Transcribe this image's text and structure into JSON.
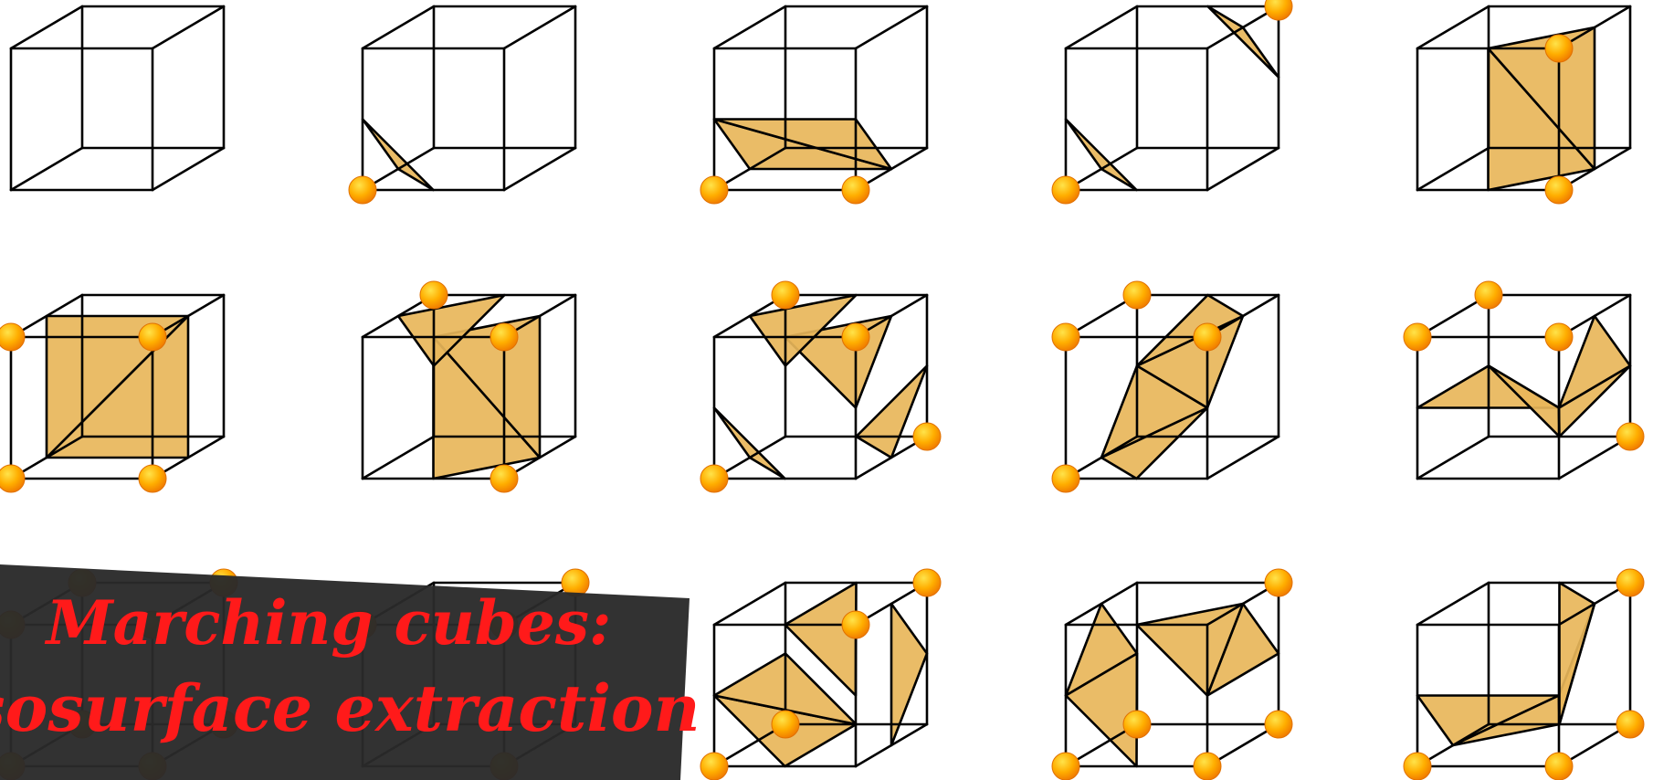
{
  "banner": {
    "line1": "Marching cubes:",
    "line2": "Isosurface extraction"
  },
  "colors": {
    "surface": "#e8b65a",
    "vertex": "#ff9900",
    "vertex_highlight": "#ffdc4a",
    "edge": "#000000",
    "banner_bg": "#2a2a2a",
    "banner_text": "#ff1a1a"
  },
  "cases": [
    {
      "id": 0,
      "vertices": [],
      "triangles": []
    },
    {
      "id": 1,
      "vertices": [
        0
      ],
      "triangles": [
        [
          [
            0,
            4
          ],
          [
            0,
            1
          ],
          [
            0,
            3
          ]
        ]
      ]
    },
    {
      "id": 2,
      "vertices": [
        0,
        1
      ],
      "triangles": [
        [
          [
            0,
            4
          ],
          [
            1,
            5
          ],
          [
            0,
            3
          ]
        ],
        [
          [
            1,
            5
          ],
          [
            1,
            2
          ],
          [
            0,
            3
          ]
        ]
      ]
    },
    {
      "id": 3,
      "vertices": [
        0,
        6
      ],
      "triangles": [
        [
          [
            0,
            4
          ],
          [
            0,
            1
          ],
          [
            0,
            3
          ]
        ],
        [
          [
            6,
            5
          ],
          [
            6,
            7
          ],
          [
            2,
            6
          ]
        ]
      ]
    },
    {
      "id": 4,
      "vertices": [
        1,
        2
      ],
      "triangles": [
        [
          [
            0,
            1
          ],
          [
            1,
            5
          ],
          [
            3,
            2
          ]
        ],
        [
          [
            1,
            5
          ],
          [
            2,
            6
          ],
          [
            3,
            2
          ]
        ]
      ]
    },
    {
      "id": 5,
      "vertices": [
        0,
        1,
        2,
        3
      ],
      "triangles": [
        [
          [
            0,
            4
          ],
          [
            1,
            5
          ],
          [
            2,
            6
          ]
        ],
        [
          [
            0,
            4
          ],
          [
            2,
            6
          ],
          [
            3,
            7
          ]
        ]
      ]
    },
    {
      "id": 6,
      "vertices": [
        1,
        2,
        7
      ],
      "triangles": [
        [
          [
            0,
            1
          ],
          [
            1,
            5
          ],
          [
            3,
            2
          ]
        ],
        [
          [
            1,
            5
          ],
          [
            2,
            6
          ],
          [
            3,
            2
          ]
        ],
        [
          [
            4,
            7
          ],
          [
            6,
            7
          ],
          [
            3,
            7
          ]
        ]
      ]
    },
    {
      "id": 7,
      "vertices": [
        0,
        2,
        5,
        7
      ],
      "triangles": [
        [
          [
            0,
            4
          ],
          [
            0,
            1
          ],
          [
            0,
            3
          ]
        ],
        [
          [
            1,
            2
          ],
          [
            2,
            6
          ],
          [
            3,
            2
          ]
        ],
        [
          [
            4,
            5
          ],
          [
            1,
            5
          ],
          [
            5,
            6
          ]
        ],
        [
          [
            4,
            7
          ],
          [
            6,
            7
          ],
          [
            3,
            7
          ]
        ]
      ]
    },
    {
      "id": 8,
      "vertices": [
        0,
        2,
        3,
        7
      ],
      "triangles": [
        [
          [
            0,
            4
          ],
          [
            0,
            1
          ],
          [
            1,
            2
          ]
        ],
        [
          [
            0,
            4
          ],
          [
            1,
            2
          ],
          [
            4,
            7
          ]
        ],
        [
          [
            4,
            7
          ],
          [
            1,
            2
          ],
          [
            2,
            6
          ]
        ],
        [
          [
            4,
            7
          ],
          [
            2,
            6
          ],
          [
            6,
            7
          ]
        ]
      ]
    },
    {
      "id": 9,
      "vertices": [
        2,
        3,
        5,
        7
      ],
      "triangles": [
        [
          [
            0,
            3
          ],
          [
            1,
            2
          ],
          [
            4,
            7
          ]
        ],
        [
          [
            4,
            7
          ],
          [
            1,
            2
          ],
          [
            4,
            5
          ]
        ],
        [
          [
            4,
            5
          ],
          [
            1,
            2
          ],
          [
            5,
            6
          ]
        ],
        [
          [
            5,
            6
          ],
          [
            1,
            2
          ],
          [
            2,
            6
          ]
        ]
      ]
    },
    {
      "id": 10,
      "vertices": [
        0,
        1,
        2,
        3,
        4,
        5,
        6,
        7
      ],
      "triangles": []
    },
    {
      "id": 11,
      "vertices": [
        1,
        2,
        3,
        6
      ],
      "triangles": []
    },
    {
      "id": 12,
      "vertices": [
        0,
        4,
        6,
        2
      ],
      "triangles": [
        [
          [
            0,
            1
          ],
          [
            4,
            5
          ],
          [
            0,
            3
          ]
        ],
        [
          [
            4,
            5
          ],
          [
            4,
            7
          ],
          [
            0,
            3
          ]
        ],
        [
          [
            6,
            5
          ],
          [
            1,
            5
          ],
          [
            2,
            6
          ]
        ],
        [
          [
            3,
            2
          ],
          [
            1,
            2
          ],
          [
            6,
            7
          ]
        ]
      ]
    },
    {
      "id": 13,
      "vertices": [
        0,
        4,
        1,
        5,
        6
      ],
      "triangles": [
        [
          [
            0,
            3
          ],
          [
            3,
            7
          ],
          [
            4,
            7
          ]
        ],
        [
          [
            0,
            3
          ],
          [
            4,
            7
          ],
          [
            0,
            1
          ]
        ],
        [
          [
            1,
            2
          ],
          [
            5,
            6
          ],
          [
            2,
            6
          ]
        ],
        [
          [
            1,
            2
          ],
          [
            2,
            6
          ],
          [
            3,
            2
          ]
        ]
      ]
    },
    {
      "id": 14,
      "vertices": [
        0,
        1,
        5,
        6
      ],
      "triangles": [
        [
          [
            0,
            4
          ],
          [
            0,
            3
          ],
          [
            1,
            2
          ]
        ],
        [
          [
            0,
            4
          ],
          [
            1,
            2
          ],
          [
            4,
            5
          ]
        ],
        [
          [
            4,
            5
          ],
          [
            1,
            2
          ],
          [
            2,
            6
          ]
        ],
        [
          [
            4,
            5
          ],
          [
            2,
            6
          ],
          [
            6,
            7
          ]
        ]
      ]
    }
  ]
}
